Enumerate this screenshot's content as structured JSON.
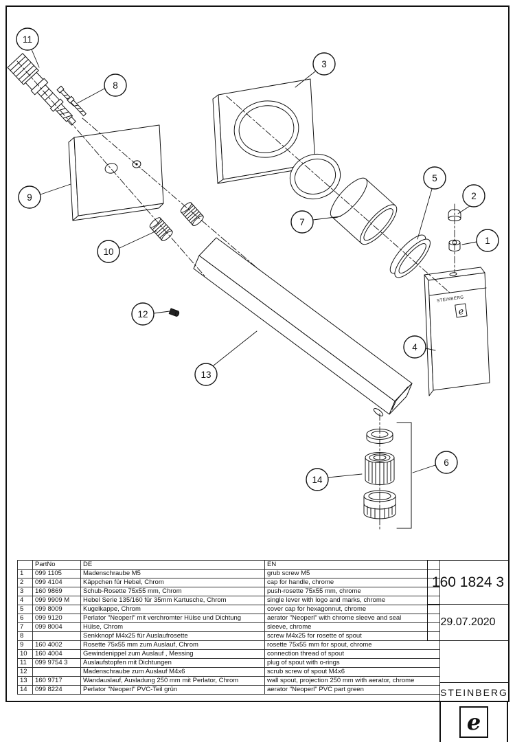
{
  "drawing": {
    "balloons": [
      {
        "label": "1"
      },
      {
        "label": "2"
      },
      {
        "label": "3"
      },
      {
        "label": "4"
      },
      {
        "label": "5"
      },
      {
        "label": "6"
      },
      {
        "label": "7"
      },
      {
        "label": "8"
      },
      {
        "label": "9"
      },
      {
        "label": "10"
      },
      {
        "label": "11"
      },
      {
        "label": "12"
      },
      {
        "label": "13"
      },
      {
        "label": "14"
      }
    ],
    "lever_brand": "STEINBERG",
    "lever_logo_glyph": "e"
  },
  "table": {
    "headers": {
      "num": "",
      "part_no": "PartNo",
      "de": "DE",
      "en": "EN"
    },
    "rows": [
      {
        "num": "1",
        "part_no": "099 1105",
        "de": "Madenschraube M5",
        "en": "grub screw M5"
      },
      {
        "num": "2",
        "part_no": "099 4104",
        "de": "Käppchen für Hebel, Chrom",
        "en": "cap for handle, chrome"
      },
      {
        "num": "3",
        "part_no": "160 9869",
        "de": "Schub-Rosette 75x55 mm, Chrom",
        "en": "push-rosette 75x55 mm, chrome"
      },
      {
        "num": "4",
        "part_no": "099 9909 M",
        "de": "Hebel Serie 135/160 für 35mm Kartusche, Chrom",
        "en": "single lever with logo and marks, chrome"
      },
      {
        "num": "5",
        "part_no": "099 8009",
        "de": "Kugelkappe, Chrom",
        "en": "cover cap for hexagonnut, chrome"
      },
      {
        "num": "6",
        "part_no": "099 9120",
        "de": "Perlator \"Neoperl\" mit verchromter Hülse und Dichtung",
        "en": "aerator \"Neoperl\" with chrome sleeve and seal"
      },
      {
        "num": "7",
        "part_no": "099 8004",
        "de": "Hülse, Chrom",
        "en": "sleeve, chrome"
      },
      {
        "num": "8",
        "part_no": "",
        "de": "Senkknopf M4x25 für Auslaufrosette",
        "en": "screw M4x25 for rosette of spout"
      },
      {
        "num": "9",
        "part_no": "160 4002",
        "de": "Rosette 75x55 mm zum Auslauf, Chrom",
        "en": "rosette 75x55 mm for spout, chrome"
      },
      {
        "num": "10",
        "part_no": "160 4004",
        "de": "Gewindenippel zum Auslauf , Messing",
        "en": "connection thread of spout"
      },
      {
        "num": "11",
        "part_no": "099 9754 3",
        "de": "Auslaufstopfen mit Dichtungen",
        "en": "plug of spout with o-rings"
      },
      {
        "num": "12",
        "part_no": "",
        "de": "Madenschraube  zum Auslauf M4x6",
        "en": "scrub screw of spout M4x6"
      },
      {
        "num": "13",
        "part_no": "160 9717",
        "de": "Wandauslauf, Ausladung 250 mm mit Perlator, Chrom",
        "en": "wall spout, projection 250 mm with aerator, chrome"
      },
      {
        "num": "14",
        "part_no": "099 8224",
        "de": "Perlator \"Neoperl\" PVC-Teil grün",
        "en": "aerator \"Neoperl\" PVC part green"
      }
    ]
  },
  "title_block": {
    "doc_number": "160 1824 3",
    "date": "29.07.2020",
    "brand": "STEINBERG",
    "logo_glyph": "e"
  }
}
